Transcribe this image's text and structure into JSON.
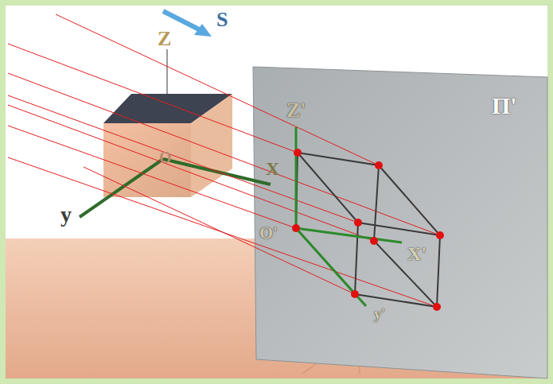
{
  "diagram": {
    "labels": [
      "S",
      "Z",
      "O",
      "X",
      "y",
      "Z'",
      "X'",
      "O'",
      "y'",
      "Π'"
    ]
  }
}
